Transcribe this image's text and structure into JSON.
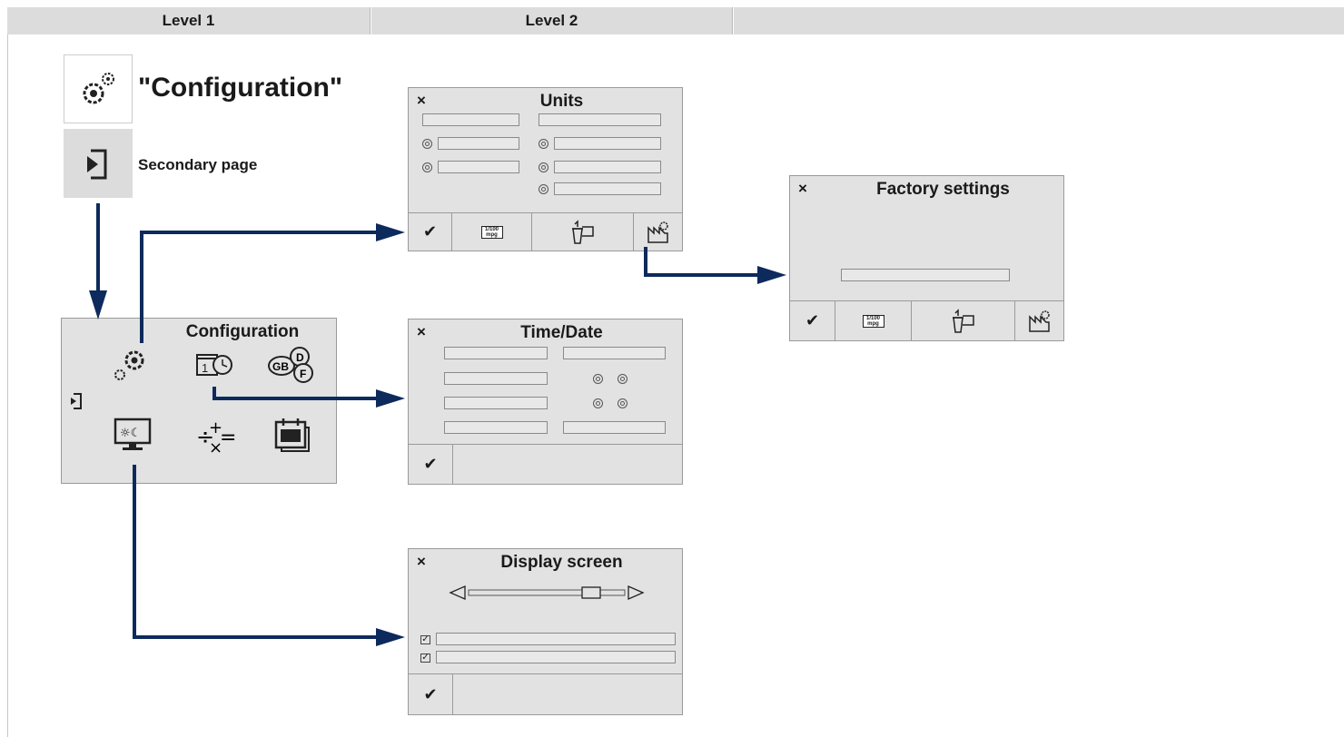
{
  "header": {
    "col1": "Level 1",
    "col2": "Level 2",
    "col3": ""
  },
  "config_title": "\"Configuration\"",
  "secondary_label": "Secondary page",
  "config_panel": {
    "title": "Configuration"
  },
  "units": {
    "title": "Units",
    "close": "×",
    "mpg_top": "1/100",
    "mpg_bottom": "mpg"
  },
  "time_date": {
    "title": "Time/Date",
    "close": "×"
  },
  "display": {
    "title": "Display screen",
    "close": "×"
  },
  "factory": {
    "title": "Factory settings",
    "close": "×",
    "mpg_top": "1/100",
    "mpg_bottom": "mpg"
  },
  "checkmark": "✔",
  "colors": {
    "arrow": "#0d2a5c",
    "panel": "#e2e2e2",
    "header": "#dcdcdc"
  },
  "icons": [
    "gears-icon",
    "secondary-page-icon",
    "calendar-clock-icon",
    "language-icon",
    "display-day-night-icon",
    "calculator-icon",
    "calendar-icon",
    "trash-folder-icon",
    "factory-icon"
  ]
}
